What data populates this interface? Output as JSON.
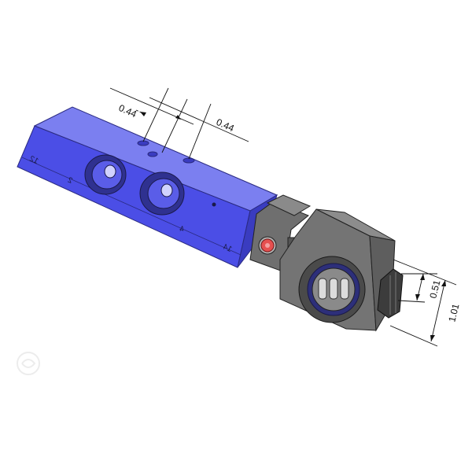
{
  "dimensions": {
    "port_spacing_1": "0.44",
    "port_spacing_2": "0.44",
    "connector_inner": "0.51",
    "connector_outer": "1.01"
  },
  "port_labels": {
    "port_12": "12",
    "port_2": "2",
    "port_4": "4",
    "port_14": "14"
  },
  "colors": {
    "valve_body": "#4b4ee6",
    "valve_top": "#7b7ff0",
    "solenoid_body": "#6f6f6f",
    "override_button": "#e65050"
  }
}
